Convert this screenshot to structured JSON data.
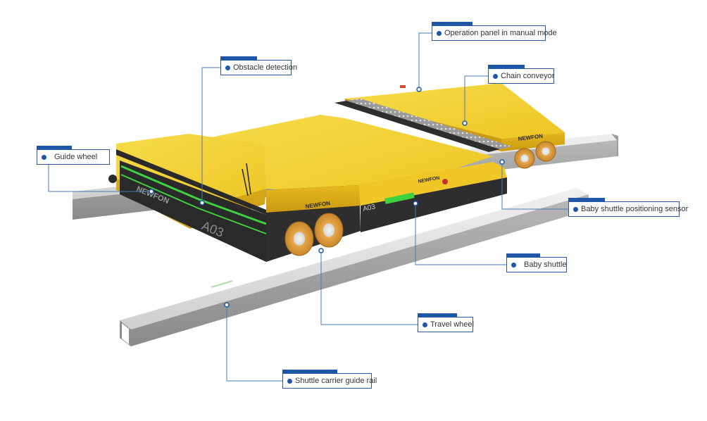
{
  "callouts": {
    "operation_panel": "Operation panel in manual mode",
    "chain_conveyor": "Chain conveyor",
    "obstacle_detection": "Obstacle detection",
    "guide_wheel": "Guide wheel",
    "positioning_sensor": "Baby shuttle positioning sensor",
    "baby_shuttle": "Baby shuttle",
    "travel_wheel": "Travel wheel",
    "guide_rail": "Shuttle carrier guide rail"
  },
  "vehicle": {
    "brand_front": "NEWFON",
    "brand_side": "NEWFON",
    "brand_baby": "NEWFON",
    "brand_rear": "NEWFON",
    "id_main": "A03",
    "id_baby": "A03"
  },
  "colors": {
    "accent": "#1f56a8",
    "body": "#f3cf2e",
    "dark": "#2a2a2a",
    "green_strip": "#3fd13f",
    "wheel": "#d99a35",
    "rail": "#cfcfcf"
  }
}
